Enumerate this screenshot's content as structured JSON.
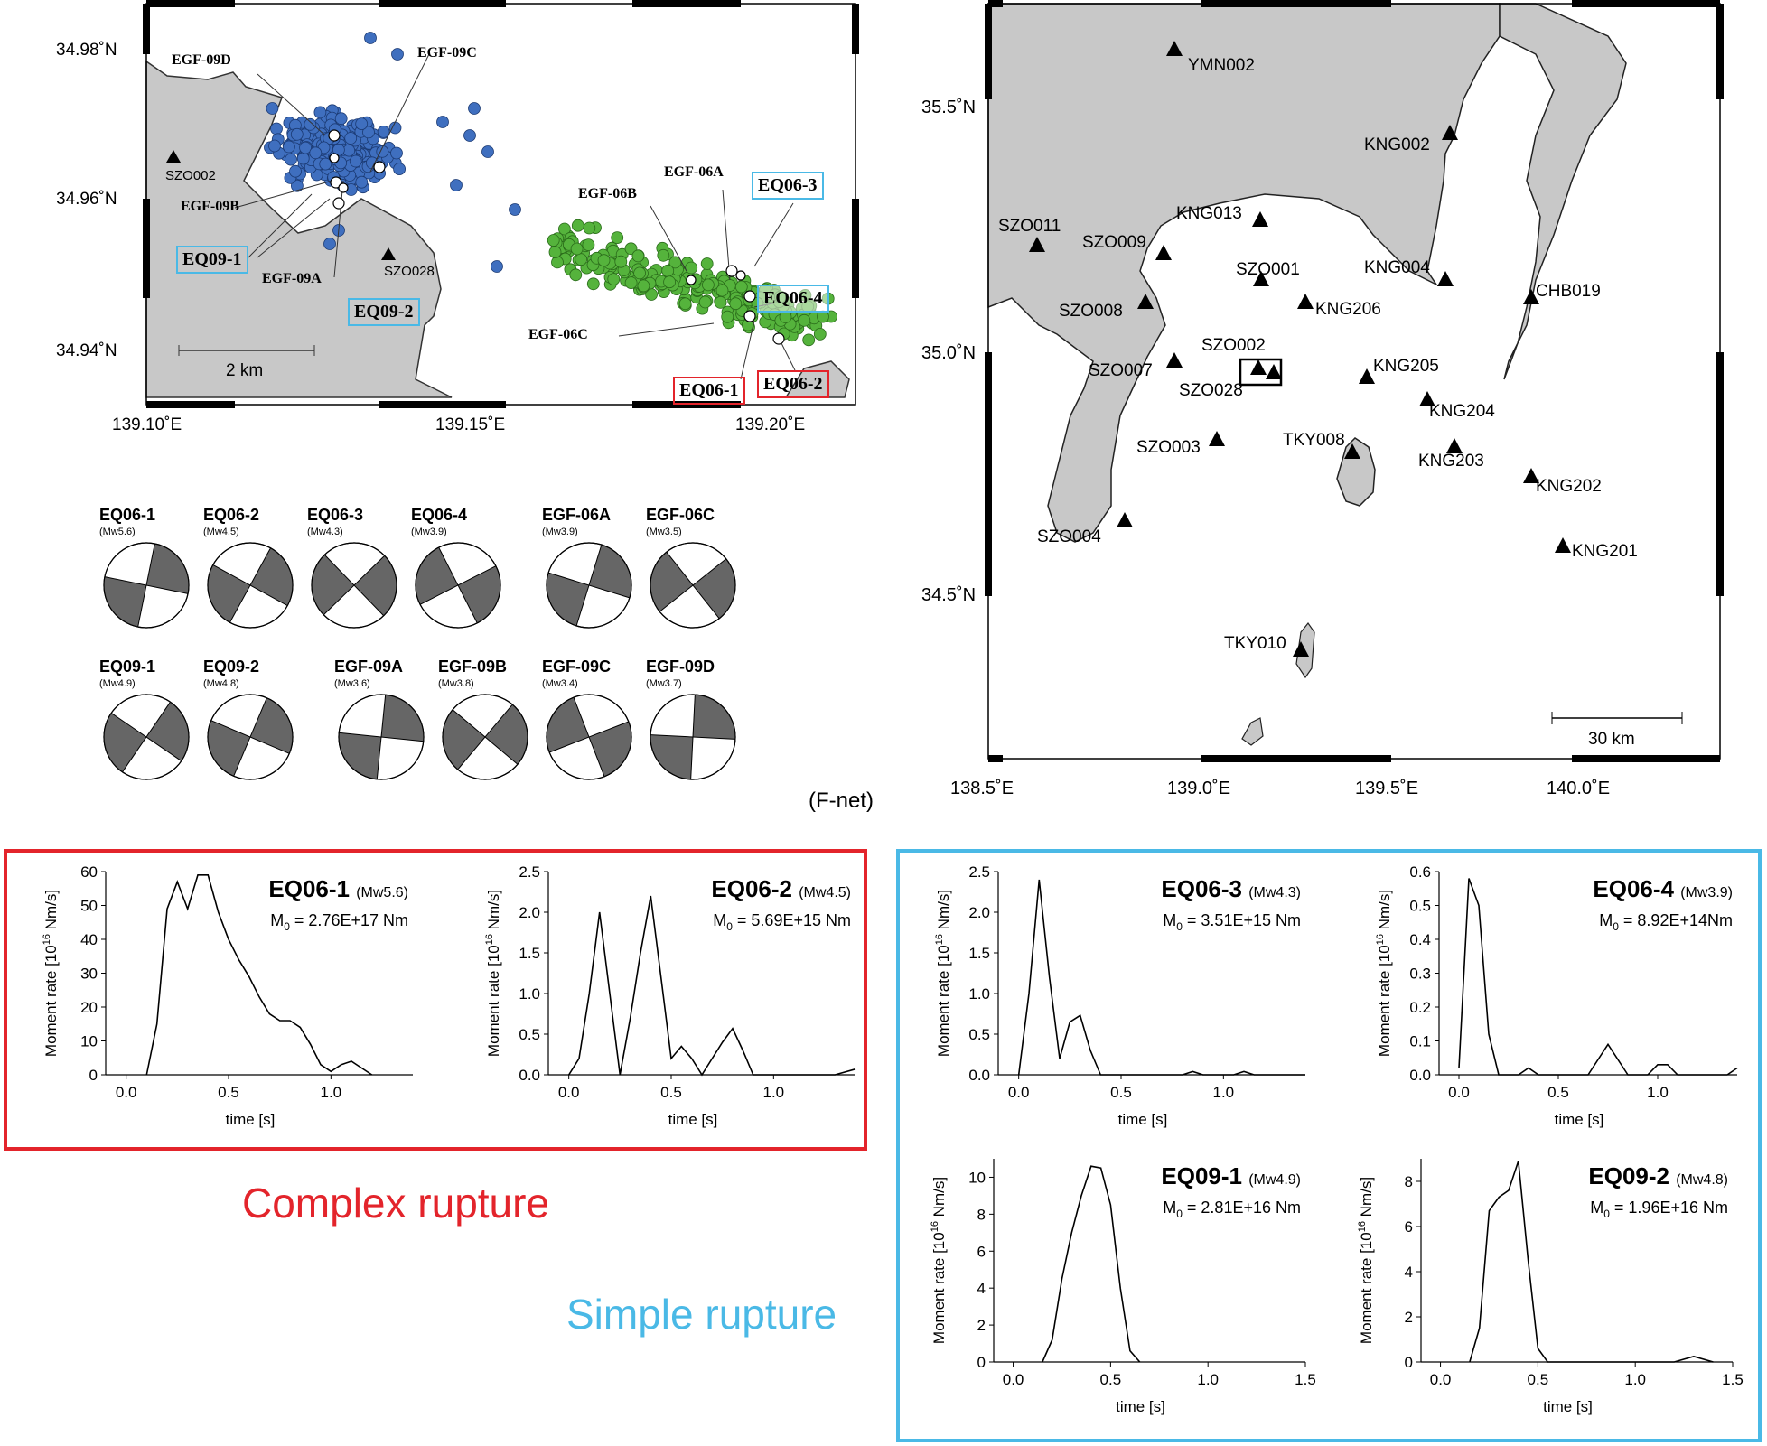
{
  "colors": {
    "land": "#c8c8c8",
    "blue_events": "#3f6fbf",
    "green_events": "#55b33c",
    "red_box": "#e3242b",
    "cyan_box": "#4ab9e6"
  },
  "epicenter_map": {
    "lat_ticks": [
      "34.98˚N",
      "34.96˚N",
      "34.94˚N"
    ],
    "lon_ticks": [
      "139.10˚E",
      "139.15˚E",
      "139.20˚E"
    ],
    "scale_label": "2 km",
    "stations": [
      "SZO002",
      "SZO028"
    ],
    "event_labels": [
      "EGF-09D",
      "EGF-09C",
      "EGF-09B",
      "EGF-09A",
      "EGF-06B",
      "EGF-06A",
      "EGF-06C"
    ],
    "boxed_red": [
      "EQ06-1",
      "EQ06-2"
    ],
    "boxed_cyan": [
      "EQ09-1",
      "EQ09-2",
      "EQ06-3",
      "EQ06-4"
    ]
  },
  "station_map": {
    "lat_ticks": [
      "35.5˚N",
      "35.0˚N",
      "34.5˚N"
    ],
    "lon_ticks": [
      "138.5˚E",
      "139.0˚E",
      "139.5˚E",
      "140.0˚E"
    ],
    "scale_label": "30 km",
    "stations": [
      "YMN002",
      "KNG002",
      "SZO011",
      "SZO009",
      "KNG013",
      "SZO001",
      "KNG004",
      "CHB019",
      "SZO008",
      "KNG206",
      "SZO002",
      "SZO007",
      "KNG205",
      "SZO028",
      "KNG204",
      "SZO003",
      "TKY008",
      "KNG203",
      "KNG202",
      "SZO004",
      "KNG201",
      "TKY010"
    ]
  },
  "mechanisms": {
    "row1": [
      {
        "name": "EQ06-1",
        "mw": "(Mw5.6)"
      },
      {
        "name": "EQ06-2",
        "mw": "(Mw4.5)"
      },
      {
        "name": "EQ06-3",
        "mw": "(Mw4.3)"
      },
      {
        "name": "EQ06-4",
        "mw": "(Mw3.9)"
      },
      {
        "name": "EGF-06A",
        "mw": "(Mw3.9)"
      },
      {
        "name": "EGF-06C",
        "mw": "(Mw3.5)"
      }
    ],
    "row2": [
      {
        "name": "EQ09-1",
        "mw": "(Mw4.9)"
      },
      {
        "name": "EQ09-2",
        "mw": "(Mw4.8)"
      },
      {
        "name": "EGF-09A",
        "mw": "(Mw3.6)"
      },
      {
        "name": "EGF-09B",
        "mw": "(Mw3.8)"
      },
      {
        "name": "EGF-09C",
        "mw": "(Mw3.4)"
      },
      {
        "name": "EGF-09D",
        "mw": "(Mw3.7)"
      }
    ],
    "source": "(F-net)"
  },
  "group_labels": {
    "complex": "Complex rupture",
    "simple": "Simple rupture"
  },
  "axis_text": {
    "ylabel_prefix": "Moment rate [10",
    "ylabel_exp": "16",
    "ylabel_suffix": " Nm/s]",
    "xlabel": "time [s]"
  },
  "chart_data": [
    {
      "type": "line",
      "title": "EQ06-1",
      "subtitle": "(Mw5.6)",
      "annotation": "M0 = 2.76E+17 Nm",
      "xlabel": "time [s]",
      "ylabel": "Moment rate [10^16 Nm/s]",
      "xlim": [
        -0.1,
        1.4
      ],
      "ylim": [
        0,
        60
      ],
      "xticks": [
        "0.0",
        "0.5",
        "1.0"
      ],
      "yticks": [
        "0",
        "10",
        "20",
        "30",
        "40",
        "50",
        "60"
      ],
      "x": [
        0.1,
        0.15,
        0.2,
        0.25,
        0.3,
        0.35,
        0.4,
        0.45,
        0.5,
        0.55,
        0.6,
        0.65,
        0.7,
        0.75,
        0.8,
        0.85,
        0.9,
        0.95,
        1.0,
        1.05,
        1.1,
        1.15,
        1.2
      ],
      "y": [
        0,
        15,
        49,
        57,
        49,
        59,
        59,
        48,
        40,
        34,
        29,
        23,
        18,
        16,
        16,
        14,
        9,
        3,
        1,
        3,
        4,
        2,
        0
      ]
    },
    {
      "type": "line",
      "title": "EQ06-2",
      "subtitle": "(Mw4.5)",
      "annotation": "M0 = 5.69E+15 Nm",
      "xlabel": "time [s]",
      "ylabel": "Moment rate [10^16 Nm/s]",
      "xlim": [
        -0.1,
        1.4
      ],
      "ylim": [
        0,
        2.5
      ],
      "xticks": [
        "0.0",
        "0.5",
        "1.0"
      ],
      "yticks": [
        "0.0",
        "0.5",
        "1.0",
        "1.5",
        "2.0",
        "2.5"
      ],
      "x": [
        0.0,
        0.05,
        0.1,
        0.15,
        0.2,
        0.25,
        0.3,
        0.35,
        0.4,
        0.45,
        0.5,
        0.55,
        0.6,
        0.65,
        0.7,
        0.75,
        0.8,
        0.85,
        0.9,
        1.3,
        1.4
      ],
      "y": [
        0,
        0.2,
        1.0,
        2.0,
        1.0,
        0,
        0.7,
        1.5,
        2.2,
        1.2,
        0.2,
        0.35,
        0.2,
        0,
        0.2,
        0.4,
        0.57,
        0.3,
        0,
        0,
        0.07
      ]
    },
    {
      "type": "line",
      "title": "EQ06-3",
      "subtitle": "(Mw4.3)",
      "annotation": "M0 = 3.51E+15 Nm",
      "xlabel": "time [s]",
      "ylabel": "Moment rate [10^16 Nm/s]",
      "xlim": [
        -0.1,
        1.4
      ],
      "ylim": [
        0,
        2.5
      ],
      "xticks": [
        "0.0",
        "0.5",
        "1.0"
      ],
      "yticks": [
        "0.0",
        "0.5",
        "1.0",
        "1.5",
        "2.0",
        "2.5"
      ],
      "x": [
        0.0,
        0.05,
        0.1,
        0.15,
        0.2,
        0.25,
        0.3,
        0.35,
        0.4,
        0.8,
        0.85,
        0.9,
        1.05,
        1.1,
        1.15,
        1.4
      ],
      "y": [
        0,
        1.0,
        2.4,
        1.2,
        0.2,
        0.65,
        0.73,
        0.3,
        0,
        0,
        0.04,
        0,
        0,
        0.04,
        0,
        0
      ]
    },
    {
      "type": "line",
      "title": "EQ06-4",
      "subtitle": "(Mw3.9)",
      "annotation": "M0 = 8.92E+14Nm",
      "xlabel": "time [s]",
      "ylabel": "Moment rate [10^16 Nm/s]",
      "xlim": [
        -0.1,
        1.4
      ],
      "ylim": [
        0,
        0.6
      ],
      "xticks": [
        "0.0",
        "0.5",
        "1.0"
      ],
      "yticks": [
        "0.0",
        "0.1",
        "0.2",
        "0.3",
        "0.4",
        "0.5",
        "0.6"
      ],
      "x": [
        0.0,
        0.05,
        0.1,
        0.15,
        0.2,
        0.3,
        0.35,
        0.4,
        0.65,
        0.75,
        0.85,
        0.95,
        1.0,
        1.05,
        1.1,
        1.35,
        1.4
      ],
      "y": [
        0.02,
        0.58,
        0.5,
        0.12,
        0,
        0,
        0.02,
        0,
        0,
        0.09,
        0,
        0,
        0.03,
        0.03,
        0,
        0,
        0.02
      ]
    },
    {
      "type": "line",
      "title": "EQ09-1",
      "subtitle": "(Mw4.9)",
      "annotation": "M0 = 2.81E+16 Nm",
      "xlabel": "time [s]",
      "ylabel": "Moment rate [10^16 Nm/s]",
      "xlim": [
        -0.1,
        1.5
      ],
      "ylim": [
        0,
        11
      ],
      "xticks": [
        "0.0",
        "0.5",
        "1.0",
        "1.5"
      ],
      "yticks": [
        "0",
        "2",
        "4",
        "6",
        "8",
        "10"
      ],
      "x": [
        0.15,
        0.2,
        0.25,
        0.3,
        0.35,
        0.4,
        0.45,
        0.5,
        0.55,
        0.6,
        0.65
      ],
      "y": [
        0,
        1.2,
        4.5,
        7,
        9,
        10.6,
        10.5,
        8.5,
        4,
        0.6,
        0
      ]
    },
    {
      "type": "line",
      "title": "EQ09-2",
      "subtitle": "(Mw4.8)",
      "annotation": "M0 = 1.96E+16 Nm",
      "xlabel": "time [s]",
      "ylabel": "Moment rate [10^16 Nm/s]",
      "xlim": [
        -0.1,
        1.5
      ],
      "ylim": [
        0,
        9
      ],
      "xticks": [
        "0.0",
        "0.5",
        "1.0",
        "1.5"
      ],
      "yticks": [
        "0",
        "2",
        "4",
        "6",
        "8"
      ],
      "x": [
        0.15,
        0.2,
        0.25,
        0.3,
        0.35,
        0.4,
        0.45,
        0.5,
        0.55,
        1.2,
        1.3,
        1.4
      ],
      "y": [
        0,
        1.5,
        6.7,
        7.3,
        7.6,
        8.9,
        4.5,
        0.6,
        0,
        0,
        0.25,
        0
      ]
    }
  ]
}
